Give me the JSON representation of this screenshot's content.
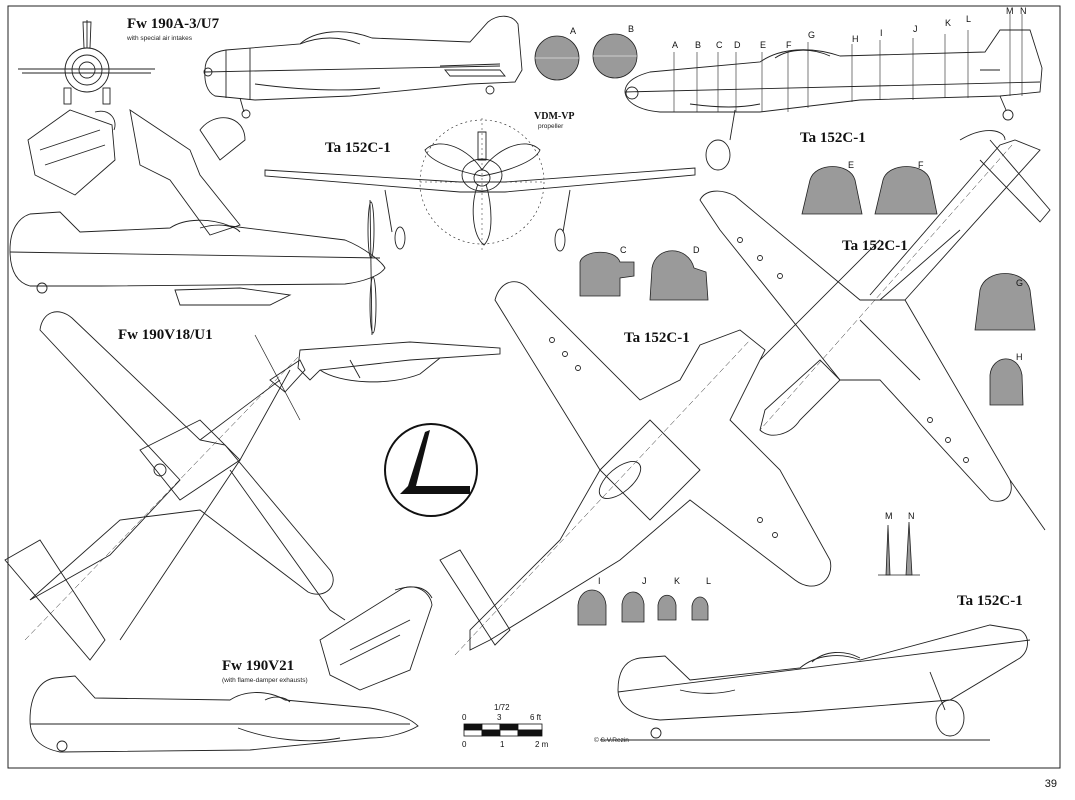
{
  "titles": {
    "fw190a3": "Fw 190A-3/U7",
    "fw190a3_note": "with special air intakes",
    "ta152_front": "Ta 152C-1",
    "ta152_side_top": "Ta 152C-1",
    "ta152_lower": "Ta 152C-1",
    "ta152_center": "Ta 152C-1",
    "ta152_bottom": "Ta 152C-1",
    "fw190v18": "Fw 190V18/U1",
    "fw190v21": "Fw 190V21",
    "fw190v21_note": "(with flame-damper exhausts)",
    "propeller": "VDM-VP",
    "propeller_note": "propeller"
  },
  "sections": {
    "top_pair": [
      "A",
      "B"
    ],
    "top_stations": [
      "A",
      "B",
      "C",
      "D",
      "E",
      "F",
      "G",
      "H",
      "I",
      "J",
      "K",
      "L",
      "M",
      "N"
    ],
    "mid_pair": [
      "E",
      "F"
    ],
    "left_pair": [
      "C",
      "D"
    ],
    "right_sections": [
      "G",
      "H"
    ],
    "small_row": [
      "I",
      "J",
      "K",
      "L"
    ],
    "antennas": [
      "M",
      "N"
    ]
  },
  "scale": {
    "ratio": "1/72",
    "ft_ticks": [
      "0",
      "3",
      "6 ft"
    ],
    "m_ticks": [
      "0",
      "1",
      "2 m"
    ]
  },
  "credit": "© S.V.Rezin",
  "page_number": "39"
}
